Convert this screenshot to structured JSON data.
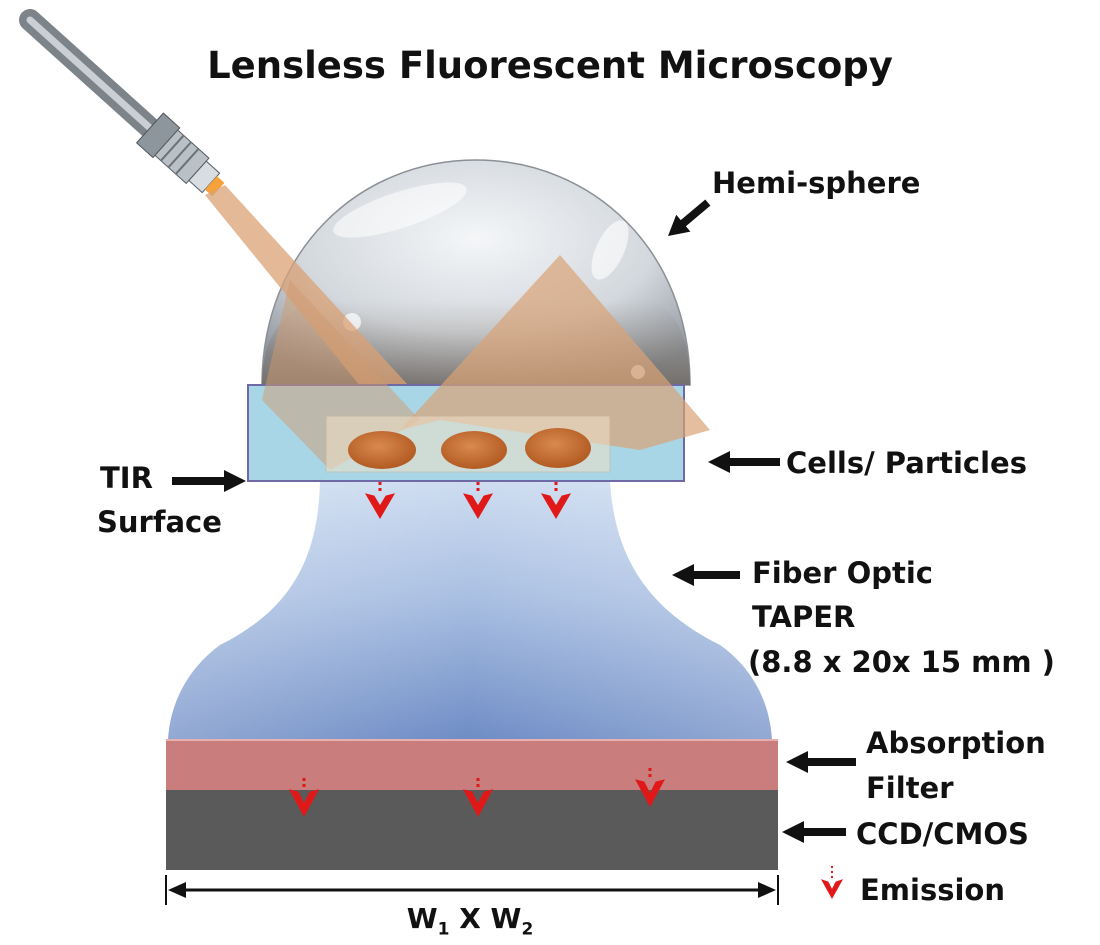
{
  "title": "Lensless Fluorescent Microscopy",
  "labels": {
    "hemisphere": "Hemi-sphere",
    "cells": "Cells/ Particles",
    "tir_line1": "TIR",
    "tir_line2": "Surface",
    "fiber_line1": "Fiber  Optic",
    "fiber_line2": "TAPER",
    "fiber_line3": "(8.8 x 20x 15 mm )",
    "absorption_line1": "Absorption",
    "absorption_line2": "Filter",
    "sensor": "CCD/CMOS",
    "emission_legend": "Emission",
    "dimension_w": "W",
    "dimension_sub1": "1",
    "dimension_x": "X",
    "dimension_sub2": "2"
  },
  "colors": {
    "beam": "#d9a276",
    "cell": "#c96b2d",
    "emission": "#e01818",
    "filter": "#c97d7d",
    "sensor": "#5a5a5a",
    "tir_slab": "#a9d6e6",
    "taper_top": "#c7d8ee",
    "taper_bottom": "#6f8ec4"
  },
  "icons": [
    "light-source-icon",
    "arrow-left-icon",
    "arrow-right-icon",
    "emission-arrow-icon"
  ]
}
